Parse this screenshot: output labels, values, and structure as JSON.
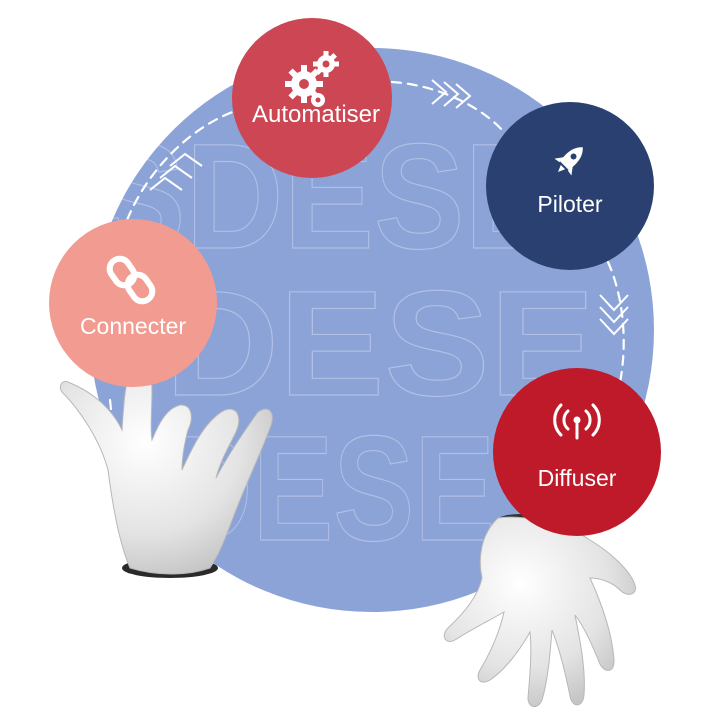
{
  "diagram": {
    "watermark_rows": [
      "SDESE",
      "DESE",
      "DESE"
    ],
    "nodes": [
      {
        "id": "automatiser",
        "label": "Automatiser",
        "icon": "gears-icon",
        "color": "#cc4653"
      },
      {
        "id": "piloter",
        "label": "Piloter",
        "icon": "rocket-icon",
        "color": "#2a4070"
      },
      {
        "id": "connecter",
        "label": "Connecter",
        "icon": "chain-link-icon",
        "color": "#f29b91"
      },
      {
        "id": "diffuser",
        "label": "Diffuser",
        "icon": "broadcast-icon",
        "color": "#be1a2a"
      }
    ],
    "colors": {
      "big_circle": "#8ca3d8",
      "dashed_path": "#ffffff",
      "hand": "#e6e6e6"
    }
  }
}
